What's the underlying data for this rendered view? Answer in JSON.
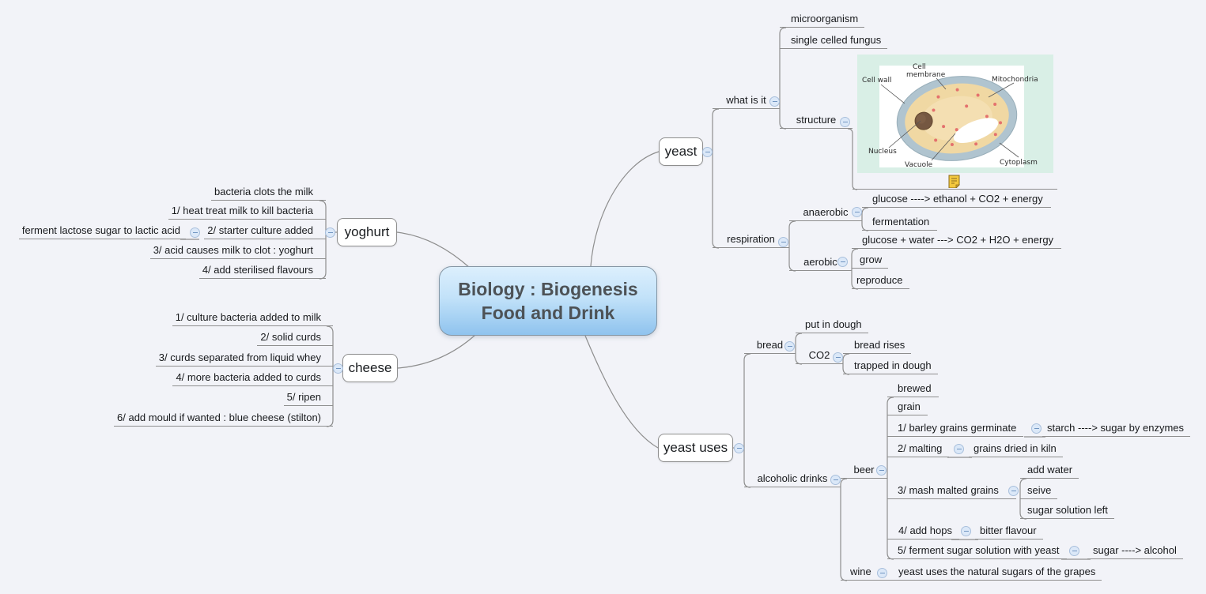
{
  "background": "#f2f3f8",
  "wire_color": "#8e8e8e",
  "central": {
    "title_line1": "Biology : Biogenesis",
    "title_line2": "Food and Drink",
    "fill_top": "#dceffd",
    "fill_bottom": "#8fc3ee"
  },
  "yeast": {
    "label": "yeast",
    "what_is_it": {
      "label": "what is it",
      "microorganism": "microorganism",
      "fungus": "single celled fungus",
      "structure": {
        "label": "structure",
        "image": {
          "bg_color": "#d9efe6",
          "cell_line1": "Cell",
          "cell_line2": "membrane",
          "cell_wall": "Cell wall",
          "mitochondria": "Mitochondria",
          "nucleus": "Nucleus",
          "vacuole": "Vacuole",
          "cytoplasm": "Cytoplasm"
        }
      }
    },
    "respiration": {
      "label": "respiration",
      "anaerobic": {
        "label": "anaerobic",
        "equation": "glucose ----> ethanol + CO2 + energy",
        "fermentation": "fermentation"
      },
      "aerobic": {
        "label": "aerobic",
        "equation": "glucose + water ---> CO2 + H2O + energy",
        "grow": "grow",
        "reproduce": "reproduce"
      }
    }
  },
  "yoghurt": {
    "label": "yoghurt",
    "bacteria_clots": "bacteria clots the milk",
    "step1": "1/ heat treat milk to kill bacteria",
    "step2": {
      "label": "2/ starter culture added",
      "detail": "ferment lactose sugar to lactic acid"
    },
    "step3": "3/ acid causes milk to clot : yoghurt",
    "step4": "4/ add sterilised flavours"
  },
  "cheese": {
    "label": "cheese",
    "step1": "1/ culture bacteria added to milk",
    "step2": "2/ solid curds",
    "step3": "3/ curds separated from liquid whey",
    "step4": "4/ more bacteria added to curds",
    "step5": "5/ ripen",
    "step6": "6/ add mould if wanted : blue cheese (stilton)"
  },
  "yeast_uses": {
    "label": "yeast uses",
    "bread": {
      "label": "bread",
      "put_in_dough": "put in dough",
      "co2": {
        "label": "CO2",
        "rises": "bread rises",
        "trapped": "trapped in dough"
      }
    },
    "alcoholic_drinks": {
      "label": "alcoholic drinks",
      "beer": {
        "label": "beer",
        "brewed": "brewed",
        "grain": "grain",
        "step1": {
          "label": "1/ barley grains germinate",
          "detail": "starch ----> sugar by enzymes"
        },
        "step2": {
          "label": "2/ malting",
          "detail": "grains dried in kiln"
        },
        "step3": {
          "label": "3/ mash malted grains",
          "add_water": "add water",
          "seive": "seive",
          "sugar_left": "sugar solution left"
        },
        "step4": {
          "label": "4/ add hops",
          "detail": "bitter flavour"
        },
        "step5": {
          "label": "5/ ferment sugar solution with yeast",
          "detail": "sugar ----> alcohol"
        }
      },
      "wine": {
        "label": "wine",
        "detail": "yeast uses the natural sugars of the grapes"
      }
    }
  }
}
